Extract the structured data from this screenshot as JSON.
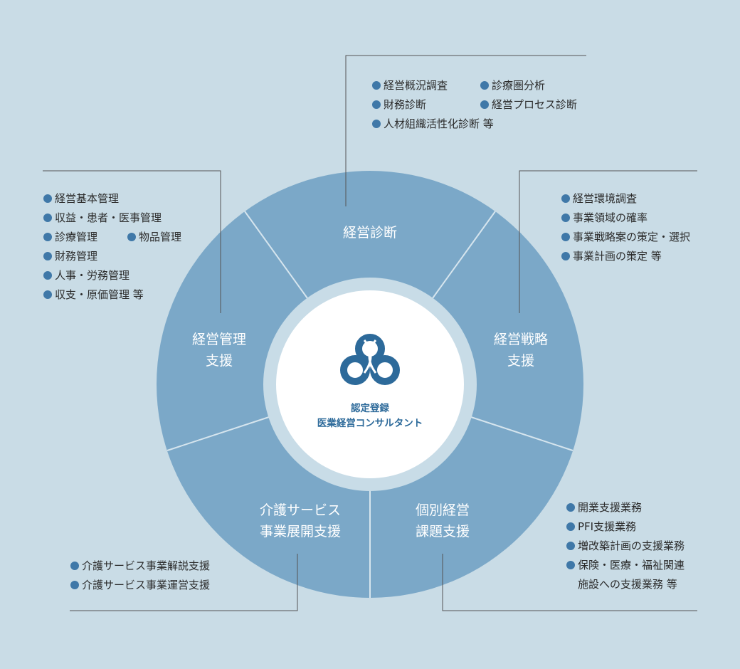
{
  "center": {
    "line1": "認定登録",
    "line2": "医業経営コンサルタント",
    "logo": "trefoil-logo"
  },
  "segments": {
    "top": {
      "line1": "経営診断"
    },
    "right": {
      "line1": "経営戦略",
      "line2": "支援"
    },
    "bottom_right": {
      "line1": "個別経営",
      "line2": "課題支援"
    },
    "bottom_left": {
      "line1": "介護サービス",
      "line2": "事業展開支援"
    },
    "left": {
      "line1": "経営管理",
      "line2": "支援"
    }
  },
  "lists": {
    "diagnosis": [
      "経営概況調査",
      "診療圏分析",
      "財務診断",
      "経営プロセス診断",
      "人材組織活性化診断 等"
    ],
    "strategy": [
      "経営環境調査",
      "事業領域の確率",
      "事業戦略案の策定・選択",
      "事業計画の策定 等"
    ],
    "management": [
      "経営基本管理",
      "収益・患者・医事管理",
      "診療管理",
      "物品管理",
      "財務管理",
      "人事・労務管理",
      "収支・原価管理 等"
    ],
    "individual": [
      "開業支援業務",
      "PFI支援業務",
      "増改築計画の支援業務",
      "保険・医療・福祉関連",
      "施設への支援業務 等"
    ],
    "care": [
      "介護サービス事業解説支援",
      "介護サービス事業運営支援"
    ]
  },
  "colors": {
    "background": "#c9dce6",
    "ring": "#7ba8c8",
    "inner_ring": "#c8dce7",
    "bullet": "#3f78a8",
    "logo": "#2d6a9a",
    "connector": "#555555"
  }
}
